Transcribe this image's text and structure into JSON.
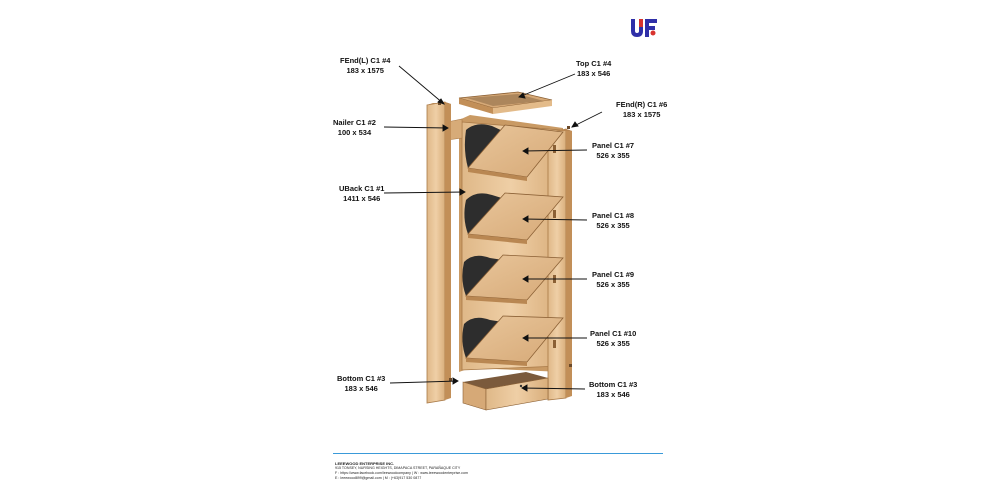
{
  "parts": [
    {
      "id": "fend-left",
      "name": "FEnd(L) C1 #4",
      "size": "183 x 1575"
    },
    {
      "id": "top",
      "name": "Top C1 #4",
      "size": "183 x 546"
    },
    {
      "id": "nailer",
      "name": "Nailer C1 #2",
      "size": "100 x 534"
    },
    {
      "id": "fend-right",
      "name": "FEnd(R) C1 #6",
      "size": "183 x 1575"
    },
    {
      "id": "panel-7",
      "name": "Panel C1 #7",
      "size": "526 x 355"
    },
    {
      "id": "uback",
      "name": "UBack C1 #1",
      "size": "1411 x 546"
    },
    {
      "id": "panel-8",
      "name": "Panel C1 #8",
      "size": "526 x 355"
    },
    {
      "id": "panel-9",
      "name": "Panel C1 #9",
      "size": "526 x 355"
    },
    {
      "id": "panel-10",
      "name": "Panel C1 #10",
      "size": "526 x 355"
    },
    {
      "id": "bottom-left",
      "name": "Bottom C1 #3",
      "size": "183 x 546"
    },
    {
      "id": "bottom-right",
      "name": "Bottom C1 #3",
      "size": "183 x 546"
    }
  ],
  "footer": {
    "company": "LEEEWOOD ENTERPRISE INC.",
    "address": "915 TONSEY, NURSING HEIGHTS, DIMAPACA STREET, PARAÑAQUE CITY",
    "web": "F : https://www.facebook.com/leewoodcompany  |  W : www.leeewoodenterprise.com",
    "contact": "E : leeewood899@gmail.com  |  M : (+63)917 530 0877"
  },
  "colors": {
    "wood": "#e8c59a",
    "wood_dark": "#c99a64",
    "accent_rule": "#3a9ad9",
    "logo_blue": "#2f2fa8",
    "logo_red": "#d8332e"
  }
}
